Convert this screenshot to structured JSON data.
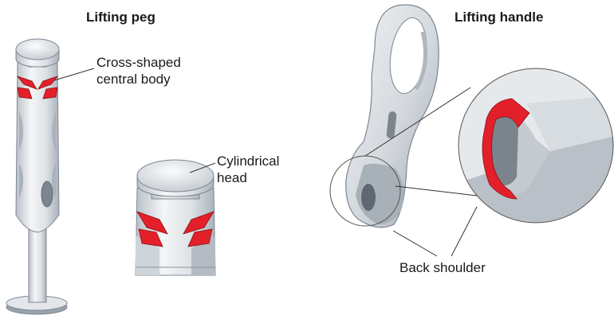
{
  "titles": {
    "peg": "Lifting peg",
    "handle": "Lifting handle"
  },
  "labels": {
    "cross_body_line1": "Cross-shaped",
    "cross_body_line2": "central body",
    "head_line1": "Cylindrical",
    "head_line2": "head",
    "back_shoulder": "Back shoulder"
  },
  "colors": {
    "metal_light": "#e9ecef",
    "metal_mid": "#c7ccd2",
    "metal_dark": "#9aa2ab",
    "accent_red": "#e3202a",
    "text": "#1a1a1a"
  }
}
